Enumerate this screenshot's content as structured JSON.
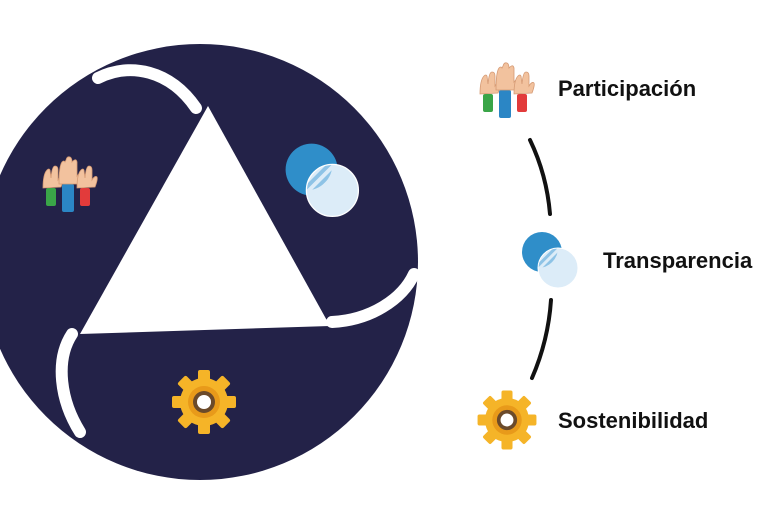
{
  "colors": {
    "disc": "#232248",
    "separator": "#ffffff",
    "connector": "#111111",
    "label_text": "#111111",
    "gear": "#f5b428",
    "gear_hub": "#6b4a2a",
    "circle_blue": "#2f8ec9",
    "circle_light": "#dcecf8",
    "hand_skin": "#f2c29e",
    "sleeve_blue": "#2b86c5",
    "sleeve_green": "#3aa548",
    "sleeve_red": "#e23b3b"
  },
  "cycle": {
    "segments": [
      {
        "name": "participation",
        "icon": "raised-hands-icon"
      },
      {
        "name": "transparency",
        "icon": "overlapping-circles-icon"
      },
      {
        "name": "sustainability",
        "icon": "gear-icon"
      }
    ]
  },
  "legend": {
    "items": [
      {
        "label": "Participación",
        "icon": "raised-hands-icon"
      },
      {
        "label": "Transparencia",
        "icon": "overlapping-circles-icon"
      },
      {
        "label": "Sostenibilidad",
        "icon": "gear-icon"
      }
    ]
  }
}
